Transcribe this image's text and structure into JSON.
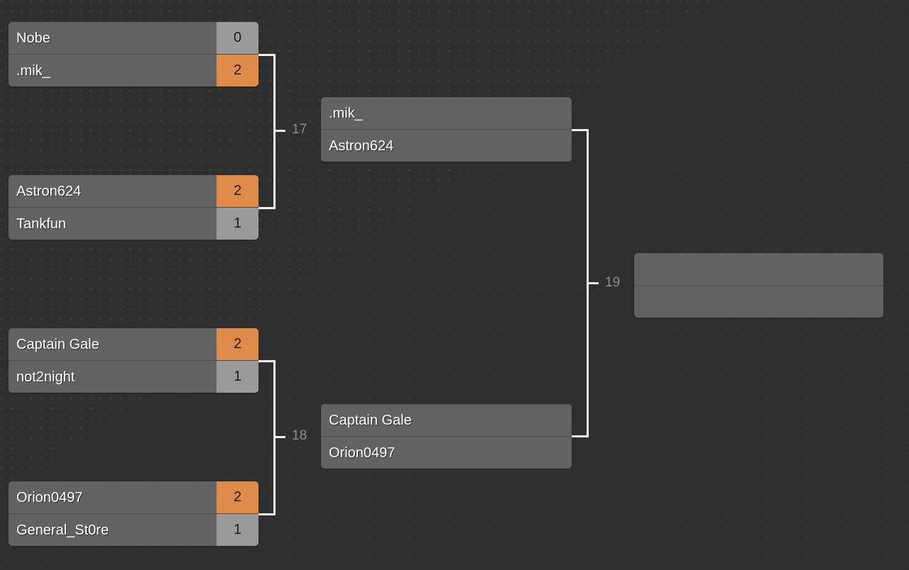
{
  "theme": {
    "background": "#2f2f2f",
    "slot_background": "#626262",
    "divider": "#4b4b4b",
    "name_color": "#ffffff",
    "winner_score_background": "#e08b4a",
    "loser_score_background": "#9a9a9a",
    "score_text": "#1d1d1d",
    "connector_line": "#f2f2f2",
    "match_number_color": "#8e8e8e"
  },
  "bracket": {
    "rounds": [
      {
        "name": "round-1",
        "matches": [
          {
            "id": "match-r1-1",
            "number": "",
            "slots": [
              {
                "player": "Nobe",
                "score": "0",
                "result": "lose"
              },
              {
                "player": ".mik_",
                "score": "2",
                "result": "win"
              }
            ]
          },
          {
            "id": "match-r1-2",
            "number": "",
            "slots": [
              {
                "player": "Astron624",
                "score": "2",
                "result": "win"
              },
              {
                "player": "Tankfun",
                "score": "1",
                "result": "lose"
              }
            ]
          },
          {
            "id": "match-r1-3",
            "number": "",
            "slots": [
              {
                "player": "Captain Gale",
                "score": "2",
                "result": "win"
              },
              {
                "player": "not2night",
                "score": "1",
                "result": "lose"
              }
            ]
          },
          {
            "id": "match-r1-4",
            "number": "",
            "slots": [
              {
                "player": "Orion0497",
                "score": "2",
                "result": "win"
              },
              {
                "player": "General_St0re",
                "score": "1",
                "result": "lose"
              }
            ]
          }
        ]
      },
      {
        "name": "round-2",
        "matches": [
          {
            "id": "match-r2-1",
            "number": "17",
            "slots": [
              {
                "player": ".mik_",
                "score": "",
                "result": "none"
              },
              {
                "player": "Astron624",
                "score": "",
                "result": "none"
              }
            ]
          },
          {
            "id": "match-r2-2",
            "number": "18",
            "slots": [
              {
                "player": "Captain Gale",
                "score": "",
                "result": "none"
              },
              {
                "player": "Orion0497",
                "score": "",
                "result": "none"
              }
            ]
          }
        ]
      },
      {
        "name": "round-3",
        "matches": [
          {
            "id": "match-r3-1",
            "number": "19",
            "slots": [
              {
                "player": "",
                "score": "",
                "result": "none"
              },
              {
                "player": "",
                "score": "",
                "result": "none"
              }
            ]
          }
        ]
      }
    ]
  }
}
